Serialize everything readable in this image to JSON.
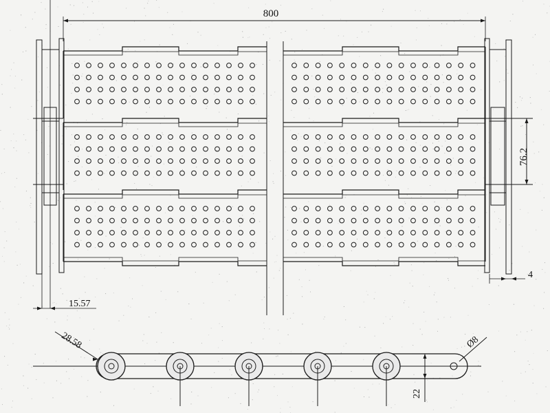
{
  "drawing": {
    "dimensions": {
      "overall_width": "800",
      "pitch": "76.2",
      "plate_thickness": "4",
      "edge_offset": "15.57",
      "link_pitch": "28.58",
      "pin_diameter": "Ø8",
      "link_height": "22"
    },
    "components": {
      "plate_rows": 3,
      "plate_columns": 2,
      "hole_rows_per_plate": 4,
      "holes_per_row": 16,
      "chain_rollers": 5
    },
    "colors": {
      "paper": "#f4f4f2",
      "line": "#1a1a1a",
      "plate": "#c9c9c9",
      "speckle": "#8a8a8a"
    }
  }
}
